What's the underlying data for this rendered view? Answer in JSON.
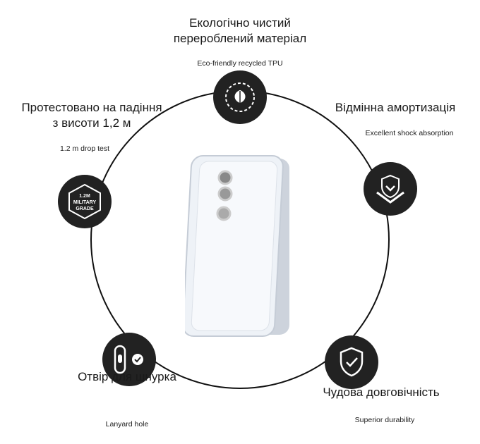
{
  "features": {
    "eco": {
      "title_line1": "Екологічно чистий",
      "title_line2": "перероблений матеріал",
      "subtitle": "Eco-friendly recycled TPU",
      "icon": "leaf-icon"
    },
    "drop": {
      "title_line1": "Протестовано на падіння",
      "title_line2": "з висоти 1,2 м",
      "subtitle": "1.2 m drop test",
      "icon": "military-grade-badge-icon",
      "badge_line1": "1.2M",
      "badge_line2": "MILITARY",
      "badge_line3": "GRADE"
    },
    "shock": {
      "title": "Відмінна амортизація",
      "subtitle": "Excellent shock absorption",
      "icon": "shock-absorb-shield-icon"
    },
    "lanyard": {
      "title": "Отвір для шнурка",
      "subtitle": "Lanyard hole",
      "icon": "lanyard-hole-icon"
    },
    "durability": {
      "title": "Чудова довговічність",
      "subtitle": "Superior durability",
      "icon": "shield-check-icon"
    }
  },
  "colors": {
    "icon_bg": "#222222",
    "line": "#111111"
  }
}
